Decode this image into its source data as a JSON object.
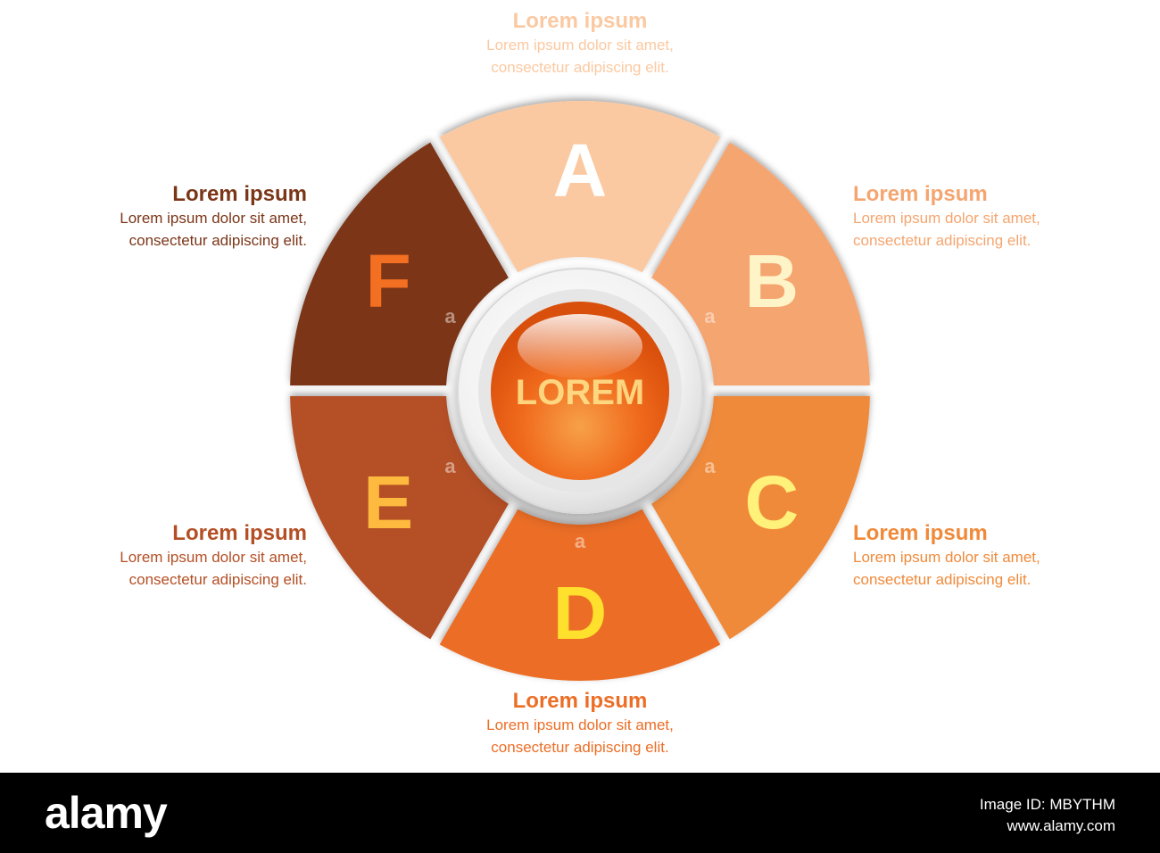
{
  "diagram": {
    "center_label": "LOREM",
    "segment_small_mark": "a",
    "segments": [
      {
        "letter": "A",
        "color": "#FBC9A1",
        "letter_color": "#FFFFFF"
      },
      {
        "letter": "B",
        "color": "#F5A56F",
        "letter_color": "#FFF4C8"
      },
      {
        "letter": "C",
        "color": "#F08A3A",
        "letter_color": "#FFF17A"
      },
      {
        "letter": "D",
        "color": "#EC6E26",
        "letter_color": "#FFE02D"
      },
      {
        "letter": "E",
        "color": "#B44F25",
        "letter_color": "#FDBA3E"
      },
      {
        "letter": "F",
        "color": "#7B3618",
        "letter_color": "#F36F22"
      }
    ],
    "labels": {
      "A": {
        "title": "Lorem ipsum",
        "line1": "Lorem ipsum dolor sit amet,",
        "line2": "consectetur adipiscing elit.",
        "color": "#FBC9A1"
      },
      "B": {
        "title": "Lorem ipsum",
        "line1": "Lorem ipsum dolor sit amet,",
        "line2": "consectetur adipiscing elit.",
        "color": "#F5A56F"
      },
      "C": {
        "title": "Lorem ipsum",
        "line1": "Lorem ipsum dolor sit amet,",
        "line2": "consectetur adipiscing elit.",
        "color": "#F08A3A"
      },
      "D": {
        "title": "Lorem ipsum",
        "line1": "Lorem ipsum dolor sit amet,",
        "line2": "consectetur adipiscing elit.",
        "color": "#EC6E26"
      },
      "E": {
        "title": "Lorem ipsum",
        "line1": "Lorem ipsum dolor sit amet,",
        "line2": "consectetur adipiscing elit.",
        "color": "#B44F25"
      },
      "F": {
        "title": "Lorem ipsum",
        "line1": "Lorem ipsum dolor sit amet,",
        "line2": "consectetur adipiscing elit.",
        "color": "#7B3618"
      }
    }
  },
  "footer": {
    "brand": "alamy",
    "image_id": "Image ID: MBYTHM",
    "url": "www.alamy.com"
  }
}
